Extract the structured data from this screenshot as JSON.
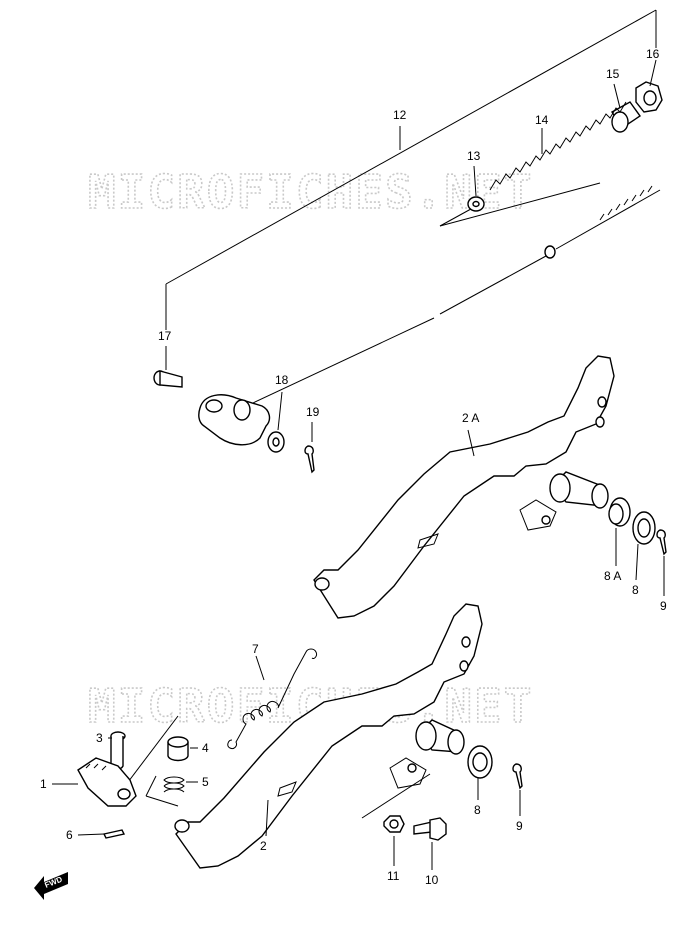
{
  "watermark": "MICROFICHES.NET",
  "callouts": {
    "c1": "1",
    "c2": "2",
    "c2a": "2 A",
    "c3": "3",
    "c4": "4",
    "c5": "5",
    "c6": "6",
    "c7": "7",
    "c8_top": "8",
    "c8a": "8 A",
    "c8_bottom": "8",
    "c9_top": "9",
    "c9_bottom": "9",
    "c10": "10",
    "c11": "11",
    "c12": "12",
    "c13": "13",
    "c14": "14",
    "c15": "15",
    "c16": "16",
    "c17": "17",
    "c18": "18",
    "c19": "19"
  },
  "fwd_label": "FWD"
}
